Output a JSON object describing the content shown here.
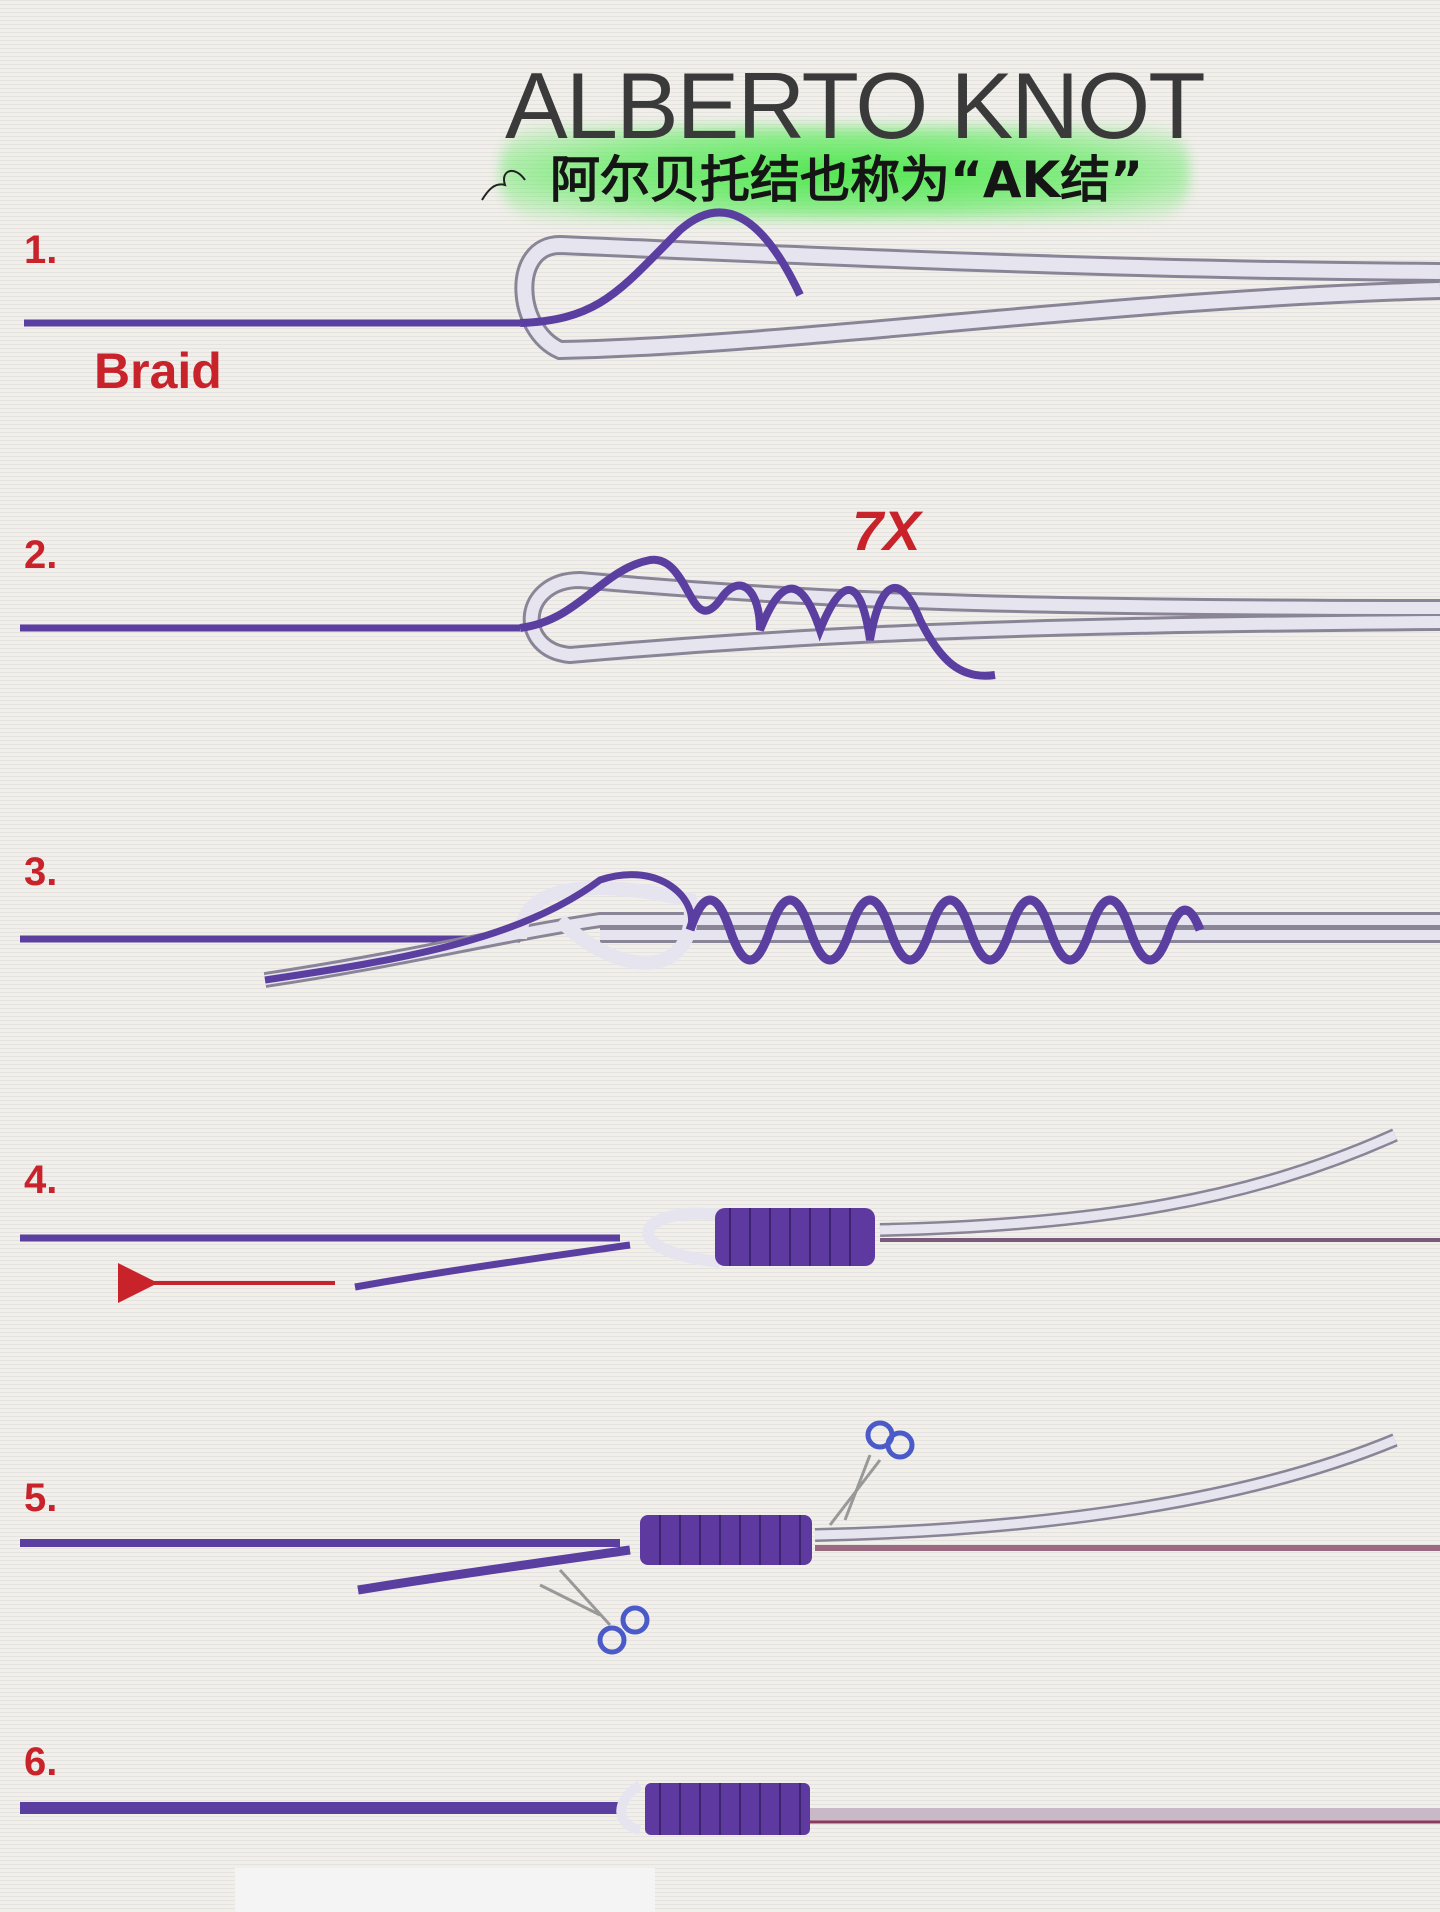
{
  "title": "ALBERTO KNOT",
  "subtitle": "阿尔贝托结也称为“AK结”",
  "steps": [
    "1.",
    "2.",
    "3.",
    "4.",
    "5.",
    "6."
  ],
  "labels": {
    "braid": "Braid",
    "wraps": "7X"
  },
  "colors": {
    "braid": "#5a3fa0",
    "mono": "#e6e4ee",
    "accent": "#c8222a",
    "highlight": "#5fe65f"
  }
}
